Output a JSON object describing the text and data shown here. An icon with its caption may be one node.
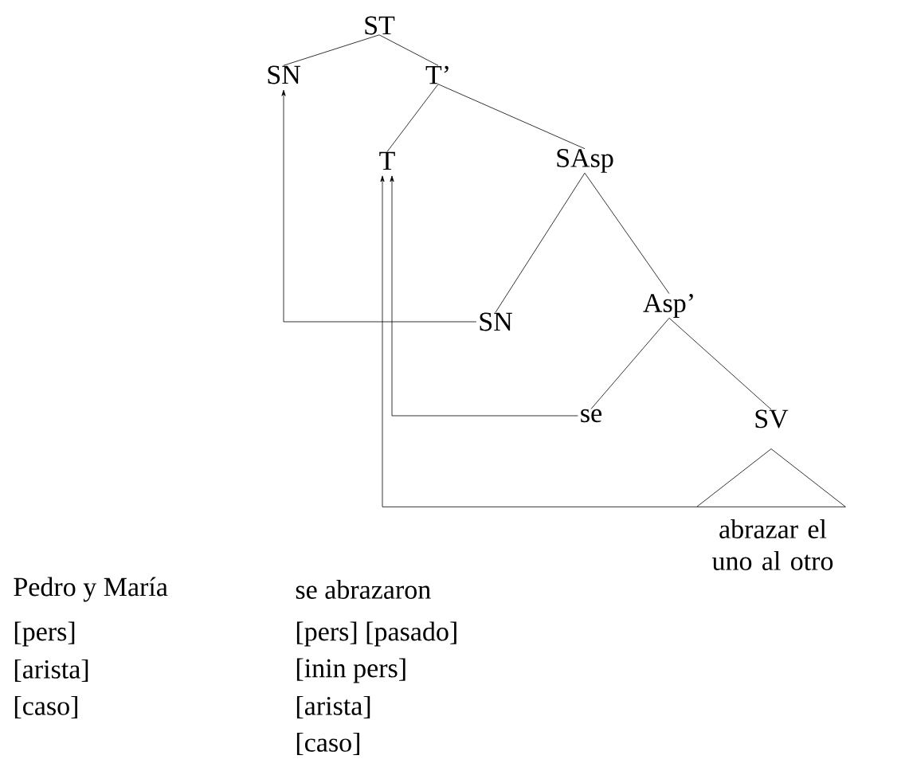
{
  "diagram": {
    "nodes": [
      {
        "text": [
          "ST"
        ]
      },
      {
        "text": [
          "SN"
        ]
      },
      {
        "text": [
          "T’"
        ]
      },
      {
        "text": [
          "T"
        ]
      },
      {
        "text": [
          "SAsp"
        ]
      },
      {
        "text": [
          "SN"
        ]
      },
      {
        "text": [
          "Asp’"
        ]
      },
      {
        "text": [
          "se"
        ]
      },
      {
        "text": [
          "SV"
        ]
      },
      {
        "text": [],
        "shape": "triangle"
      },
      {
        "text": [
          "abrazar el uno al otro"
        ]
      }
    ],
    "edges": [
      {
        "from": 0,
        "to": 1,
        "arrow": "none"
      },
      {
        "from": 0,
        "to": 2,
        "arrow": "none"
      },
      {
        "from": 2,
        "to": 3,
        "arrow": "none"
      },
      {
        "from": 2,
        "to": 4,
        "arrow": "none"
      },
      {
        "from": 4,
        "to": 5,
        "arrow": "none"
      },
      {
        "from": 4,
        "to": 6,
        "arrow": "none"
      },
      {
        "from": 6,
        "to": 7,
        "arrow": "none"
      },
      {
        "from": 6,
        "to": 8,
        "arrow": "none"
      },
      {
        "from": 5,
        "to": 1,
        "arrow": "to"
      },
      {
        "from": 7,
        "to": 3,
        "arrow": "to"
      },
      {
        "from": 9,
        "to": 3,
        "arrow": "to"
      }
    ],
    "labels": [
      "Pedro y María",
      "se abrazaron",
      "[pers]",
      "[pers] [pasado]",
      "[arista]",
      "[inin pers]",
      "[caso]",
      "[arista]",
      "[caso]"
    ]
  }
}
